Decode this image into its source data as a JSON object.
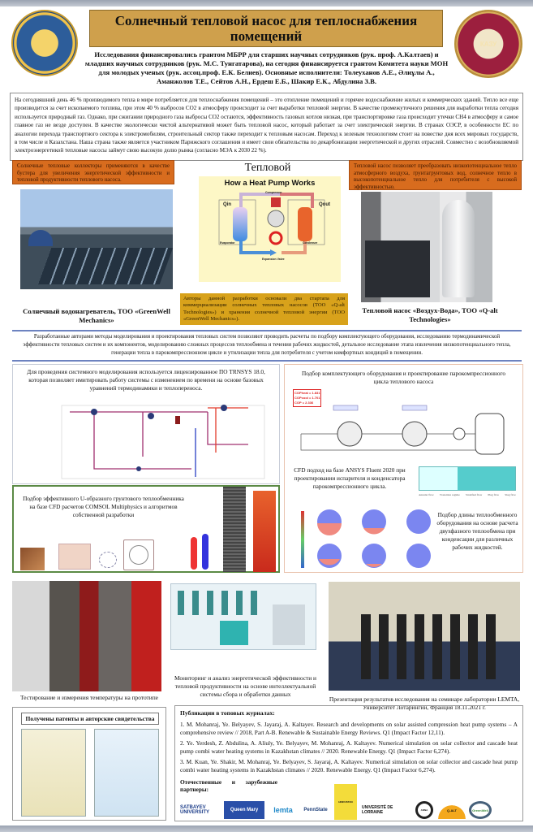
{
  "title": "Солнечный тепловой насос для теплоснабжения помещений",
  "logo_right_text": "КАЗУ",
  "funding": "Исследования финансировались грантом МБРР для старших научных сотрудников (рук. проф. А.Калтаев) и младших научных сотрудников (рук. М.С. Тунгатарова), на сегодня финансируется грантом Комитета науки МОН для молодых ученых (рук. ассоц.проф. Е.К. Белиев). Основные исполнители: Толеуханов А.Е., Әлиұлы А., Аманжолов Т.Е., Сейтов А.Н., Ердеш Е.Б., Шакир Е.К., Абдулина З.В.",
  "intro": "На сегодняшний день 46 % производимого тепла в мире потребляется для теплоснабжения помещений – это отопление помещений и горячее водоснабжение жилых и коммерческих зданий. Тепло все еще производится за счет ископаемого топлива, при этом 40 % выбросов CO2 в атмосферу происходит за счет выработки тепловой энергии. В качестве промежуточного решения для выработки тепла сегодня используется природный газ. Однако, при сжигании природного газа выбросы CO2 остаются, эффективность газовых котлов низкая, при транспортировке газа происходит утечки CH4 в атмосферу и самое главное газ не везде доступен. В качестве экологически чистой альтернативой может быть тепловой насос, который работает за счет электрической энергии. В странах ОЭСР, в особенности ЕС по аналогии перехода транспортного сектора к электромобилям, строительный сектор также переходит к тепловым насосам. Переход к зеленым технологиям стоит на повестке дня всех мировых государств, в том числе и Казахстана. Наша страна также является участником Парижского соглашения и имеет свои обязательства по декарбонизации энергетической и других отраслей. Совместно с возобновляемой электроэнергетикой тепловые насосы займут свою высокую долю рынка (согласно МЭА к 2030 22 %).",
  "box_left": "Солнечные тепловые коллекторы применяются в качестве бустера для увеличения энергетической эффективности и тепловой продуктивности теплового насоса.",
  "box_right": "Тепловой насос позволяет преобразовать низкопотенциальное тепло атмосферного воздуха, грунтагрунтовых вод, солнечное тепло в высокопотенциальное тепло для потребителя с высокой эффективностью.",
  "heat_pump": {
    "section_title": "Тепловой",
    "diagram_title": "How a Heat Pump Works",
    "labels": {
      "compressor": "Compressor",
      "evaporator": "Evaporator",
      "condenser": "Condenser",
      "expansion": "Expansion Valve",
      "q_in": "Qin",
      "q_out": "Qout"
    }
  },
  "caption_solar": "Солнечный водонагреватель, ТОО «GreenWell Mechanics»",
  "startups": "Авторы данной разработки основали два стартапа для коммерциализации солнечных тепловых насосов (ТОО «Q-alt Technologies») и хранения солнечной тепловой энергии (ТОО «GreenWell Mechanics»).",
  "caption_hp": "Тепловой насос «Воздух-Вода», ТОО «Q-alt Technologies»",
  "methods": "Разработанные авторами методы моделирования и проектирования тепловых систем позволяют проводить расчеты по подбору комплектующего оборудования, исследованию термодинамической эффективности тепловых систем и их компонентов, моделированию сложных процессов теплообмена и течения рабочих жидкостей, детальное исследование этапа извлечения низкопотенциального тепла, генерации тепла в парокомпрессионном цикле и утилизации тепла для потребителя с учетом комфортных кондиций в помещении.",
  "trnsys": "Для проведения системного моделирования используется лицензированное ПО TRNSYS 18.0, которая позволяет имитировать работу системы с изменением по времени на основе базовых уравнений термодинамики и теплопереноса.",
  "vapor_cycle": "Подбор комплектующего оборудования и проектирование парокомпрессионного цикла теплового насоса",
  "cop": [
    "COPheat = 1.831",
    "COPcool = 1.701",
    "COP = 2.336"
  ],
  "cfd_fluent": "CFD подход на базе ANSYS Fluent 2020 при проектировании испарителя и конденсатора парокомпрессионного цикла.",
  "flow_regimes": [
    "Annular flow",
    "Transition regime",
    "Stratified flow",
    "Plug flow",
    "Slug flow"
  ],
  "length_sel": "Подбор длины теплообменного оборудования на основе расчета двухфазного теплообмена при конденсации для различных рабочих жидкостей.",
  "comsol": "Подбор эффективного U-образного грунтового теплообменника на базе CFD расчетов COMSOL Multiphysics и алгоритмов собственной разработки",
  "caption_test": "Тестирование и измерения температуры на прототипе",
  "caption_monitor": "Мониторинг и анализ энергетической эффективности и тепловой продуктивности на основе интеллектуальной системы сбора и обработки данных",
  "caption_team": "Презентация результатов исследования на семинаре лаборатории LEMTA, Университет Лотарингии, Франция 18.11.2021 г.",
  "patents_title": "Получены патенты и авторские свидетельства",
  "publications": {
    "title": "Публикации в топовых журналах:",
    "items": [
      "1. M. Mohanraj, Ye. Belyayev, S. Jayaraj, A. Kaltayev. Research and developments on solar assisted compression heat pump systems – A comprehensive review // 2018, Part A-B. Renewable & Sustainable Energy Reviews. Q1 (Impact Factor 12,11).",
      "2. Ye. Yerdesh, Z. Abdulina, A. Aliuly, Ye. Belyayev, M. Mohanraj, A. Kaltayev. Numerical simulation on solar collector and cascade heat pump combi water heating systems in Kazakhstan climates // 2020. Renewable Energy. Q1 (Impact Factor 6,274).",
      "3. M. Kuan, Ye. Shakir, M. Mohanraj, Ye. Belyayev, S. Jayaraj, A. Kaltayev. Numerical simulation on solar collector and cascade heat pump combi water heating systems in Kazakhstan climates // 2020. Renewable Energy. Q1 (Impact Factor 6,274)."
    ]
  },
  "partners": {
    "title": "Отечественные и зарубежные партнеры:",
    "logos": [
      "SATBAYEV UNIVERSITY",
      "Queen Mary",
      "lemta",
      "PennState",
      "HINDUSTAN",
      "UNIVERSITÉ DE LORRAINE",
      "ANNA",
      "Q-ALT",
      "GreenWell"
    ]
  },
  "colors": {
    "title_bg": "#cfa04c",
    "orange": "#d86c1e",
    "yellow": "#d8a21b",
    "rule": "#6d83c0",
    "green": "#5b8a45"
  }
}
